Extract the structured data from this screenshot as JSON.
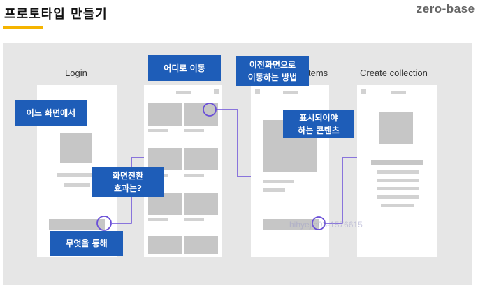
{
  "slide": {
    "title": "프로토타입 만들기",
    "brand": "zero-base /"
  },
  "screens": {
    "login_label": "Login",
    "items_label": "tems",
    "collection_label": "Create collection"
  },
  "callouts": {
    "from_screen": "어느 화면에서",
    "go_where": "어디로 이동",
    "transition": "화면전환\n효과는?",
    "through_what": "무엇을 통해",
    "move_method": "이전화면으로\n이동하는 방법",
    "content": "표시되어야\n하는 콘텐츠"
  },
  "watermark": "hihyejin03-1576615",
  "colors": {
    "accent_blue": "#1e5db8",
    "link_purple": "#6a4fd8",
    "underline_yellow": "#f5b400"
  }
}
